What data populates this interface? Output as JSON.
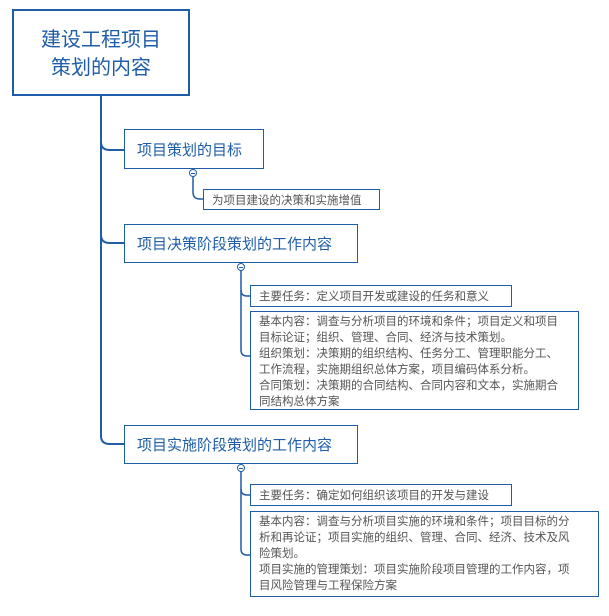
{
  "root": {
    "lines": [
      "建设工程项目",
      "策划的内容"
    ]
  },
  "branches": [
    {
      "title": "项目策划的目标",
      "leaves": [
        {
          "lines": [
            "为项目建设的决策和实施增值"
          ]
        }
      ]
    },
    {
      "title": "项目决策阶段策划的工作内容",
      "leaves": [
        {
          "lines": [
            "主要任务：定义项目开发或建设的任务和意义"
          ]
        },
        {
          "lines": [
            "基本内容：调查与分析项目的环境和条件；项目定义和项目",
            "目标论证；组织、管理、合同、经济与技术策划。",
            "组织策划：决策期的组织结构、任务分工、管理职能分工、",
            "工作流程，实施期组织总体方案，项目编码体系分析。",
            "合同策划：决策期的合同结构、合同内容和文本，实施期合",
            "同结构总体方案"
          ]
        }
      ]
    },
    {
      "title": "项目实施阶段策划的工作内容",
      "leaves": [
        {
          "lines": [
            "主要任务：确定如何组织该项目的开发与建设"
          ]
        },
        {
          "lines": [
            "基本内容：调查与分析项目实施的环境和条件；项目目标的分",
            "析和再论证；项目实施的组织、管理、合同、经济、技术及风",
            "险策划。",
            "项目实施的管理策划：项目实施阶段项目管理的工作内容，项",
            "目风险管理与工程保险方案"
          ]
        }
      ]
    }
  ],
  "colors": {
    "border": "#1f5da8",
    "title_text": "#1f5da8",
    "leaf_text": "#555555"
  }
}
